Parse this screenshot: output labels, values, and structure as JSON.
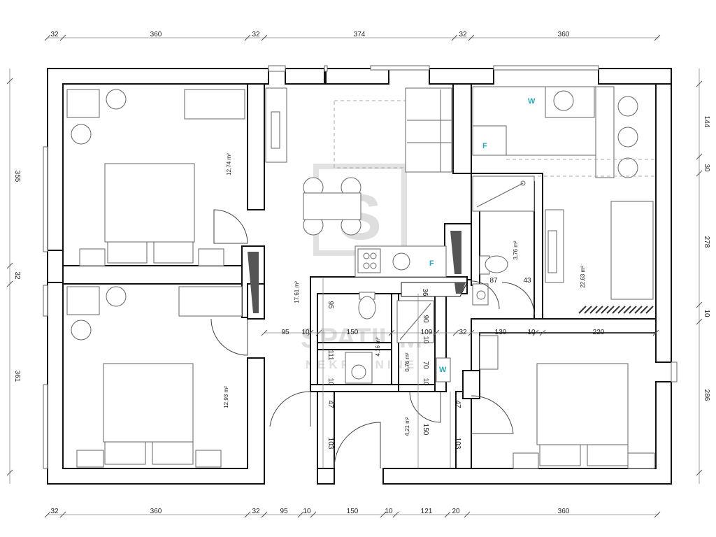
{
  "dimensions": {
    "top": [
      "32",
      "360",
      "32",
      "374",
      "32",
      "360"
    ],
    "bottom": [
      "32",
      "360",
      "32",
      "95",
      "10",
      "150",
      "10",
      "121",
      "20",
      "360"
    ],
    "left": [
      "355",
      "32",
      "361"
    ],
    "right": [
      "144",
      "30",
      "278",
      "10",
      "286"
    ]
  },
  "rooms": {
    "bedroom_1_area": "12,74 m²",
    "bedroom_2_area": "12,93 m²",
    "living_area": "17,61 m²",
    "kitchen_area": "22,63 m²",
    "bathroom_1_area": "3,76 m²",
    "bathroom_2_area": "4,16 m²",
    "toilet_area": "0,76 m²",
    "hall_area": "4,21 m²"
  },
  "inner_dims": {
    "d95a": "95",
    "d150a": "150",
    "d109": "109",
    "d32": "32",
    "d130": "130",
    "d10a": "10",
    "d220": "220",
    "d95b": "95",
    "d10b": "10",
    "d87": "87",
    "d43": "43",
    "d36": "36",
    "d90": "90",
    "d10c": "10",
    "d111": "111",
    "d10d": "10",
    "d70": "70",
    "d10e": "10",
    "d47a": "47",
    "d47b": "47",
    "d103a": "103",
    "d103b": "103",
    "d150b": "150",
    "d10f": "10"
  },
  "appliance_tags": {
    "washer_kitchen": "W",
    "fridge_kitchen": "F",
    "fridge_living": "F",
    "washer_hall": "W"
  },
  "watermark": {
    "logo_letter": "S",
    "brand": "SPATIUM",
    "subtitle": "NEKRETNINE"
  }
}
